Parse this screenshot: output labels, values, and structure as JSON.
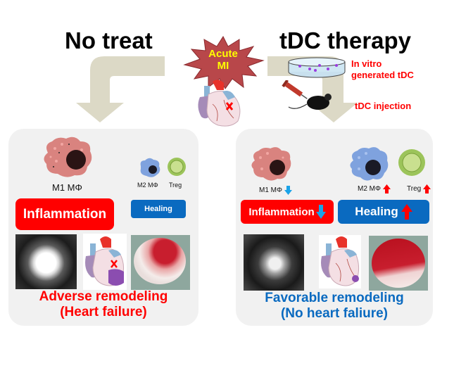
{
  "titles": {
    "left": "No treat",
    "right": "tDC therapy"
  },
  "center": {
    "burst_line1": "Acute",
    "burst_line2": "MI"
  },
  "therapy_steps": {
    "step1_line1": "In vitro",
    "step1_line2": "generated tDC",
    "step2": "tDC injection"
  },
  "left_panel": {
    "m1_label": "M1 MΦ",
    "m2_label": "M2 MΦ",
    "treg_label": "Treg",
    "inflammation_label": "Inflammation",
    "healing_label": "Healing",
    "outcome_line1": "Adverse remodeling",
    "outcome_line2": "(Heart failure)"
  },
  "right_panel": {
    "m1_label": "M1 MΦ",
    "m2_label": "M2 MΦ",
    "treg_label": "Treg",
    "inflammation_label": "Inflammation",
    "healing_label": "Healing",
    "outcome_line1": "Favorable remodeling",
    "outcome_line2": "(No heart faliure)"
  },
  "colors": {
    "red": "#ff0000",
    "blue": "#0a6ac0",
    "arrow_beige": "#d9d6c3",
    "down_arrow_cyan": "#1aa3e8",
    "burst": "#b8474a",
    "burst_text": "#ffff00"
  }
}
